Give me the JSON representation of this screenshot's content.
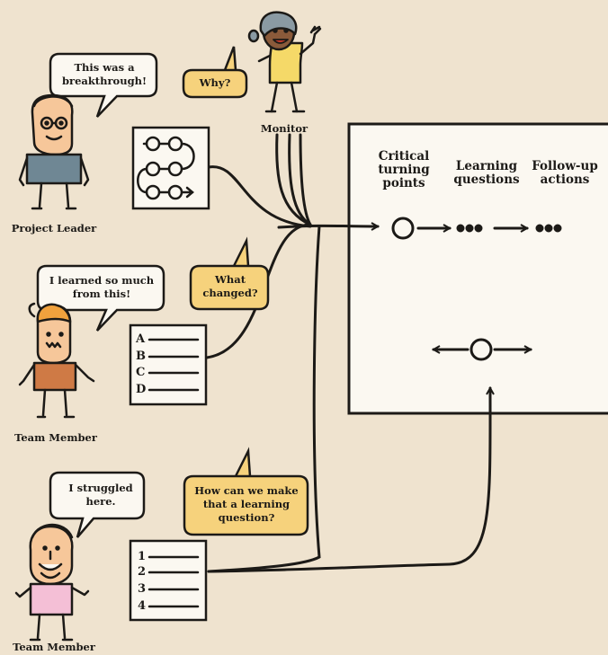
{
  "people": {
    "monitor": "Monitor",
    "project_leader": "Project Leader",
    "team_member_1": "Team Member",
    "team_member_2": "Team Member"
  },
  "speech": {
    "leader": "This was a breakthrough!",
    "member1": "I learned so much from this!",
    "member2": "I struggled here."
  },
  "questions": {
    "why": "Why?",
    "what_changed": "What changed?",
    "how_learning": "How can we make that a learning question?"
  },
  "board": {
    "columns": [
      "Critical turning points",
      "Learning questions",
      "Follow-up actions"
    ]
  },
  "lists": {
    "letters": [
      "A",
      "B",
      "C",
      "D"
    ],
    "numbers": [
      "1",
      "2",
      "3",
      "4"
    ]
  },
  "colors": {
    "background": "#efe3cf",
    "bubble_yellow": "#f6d27c",
    "shirt_blue": "#6f8794",
    "shirt_orange": "#cf7a45",
    "shirt_pink": "#f4bfd6",
    "monitor_shirt": "#f5d968",
    "skin": "#f6c79a"
  }
}
